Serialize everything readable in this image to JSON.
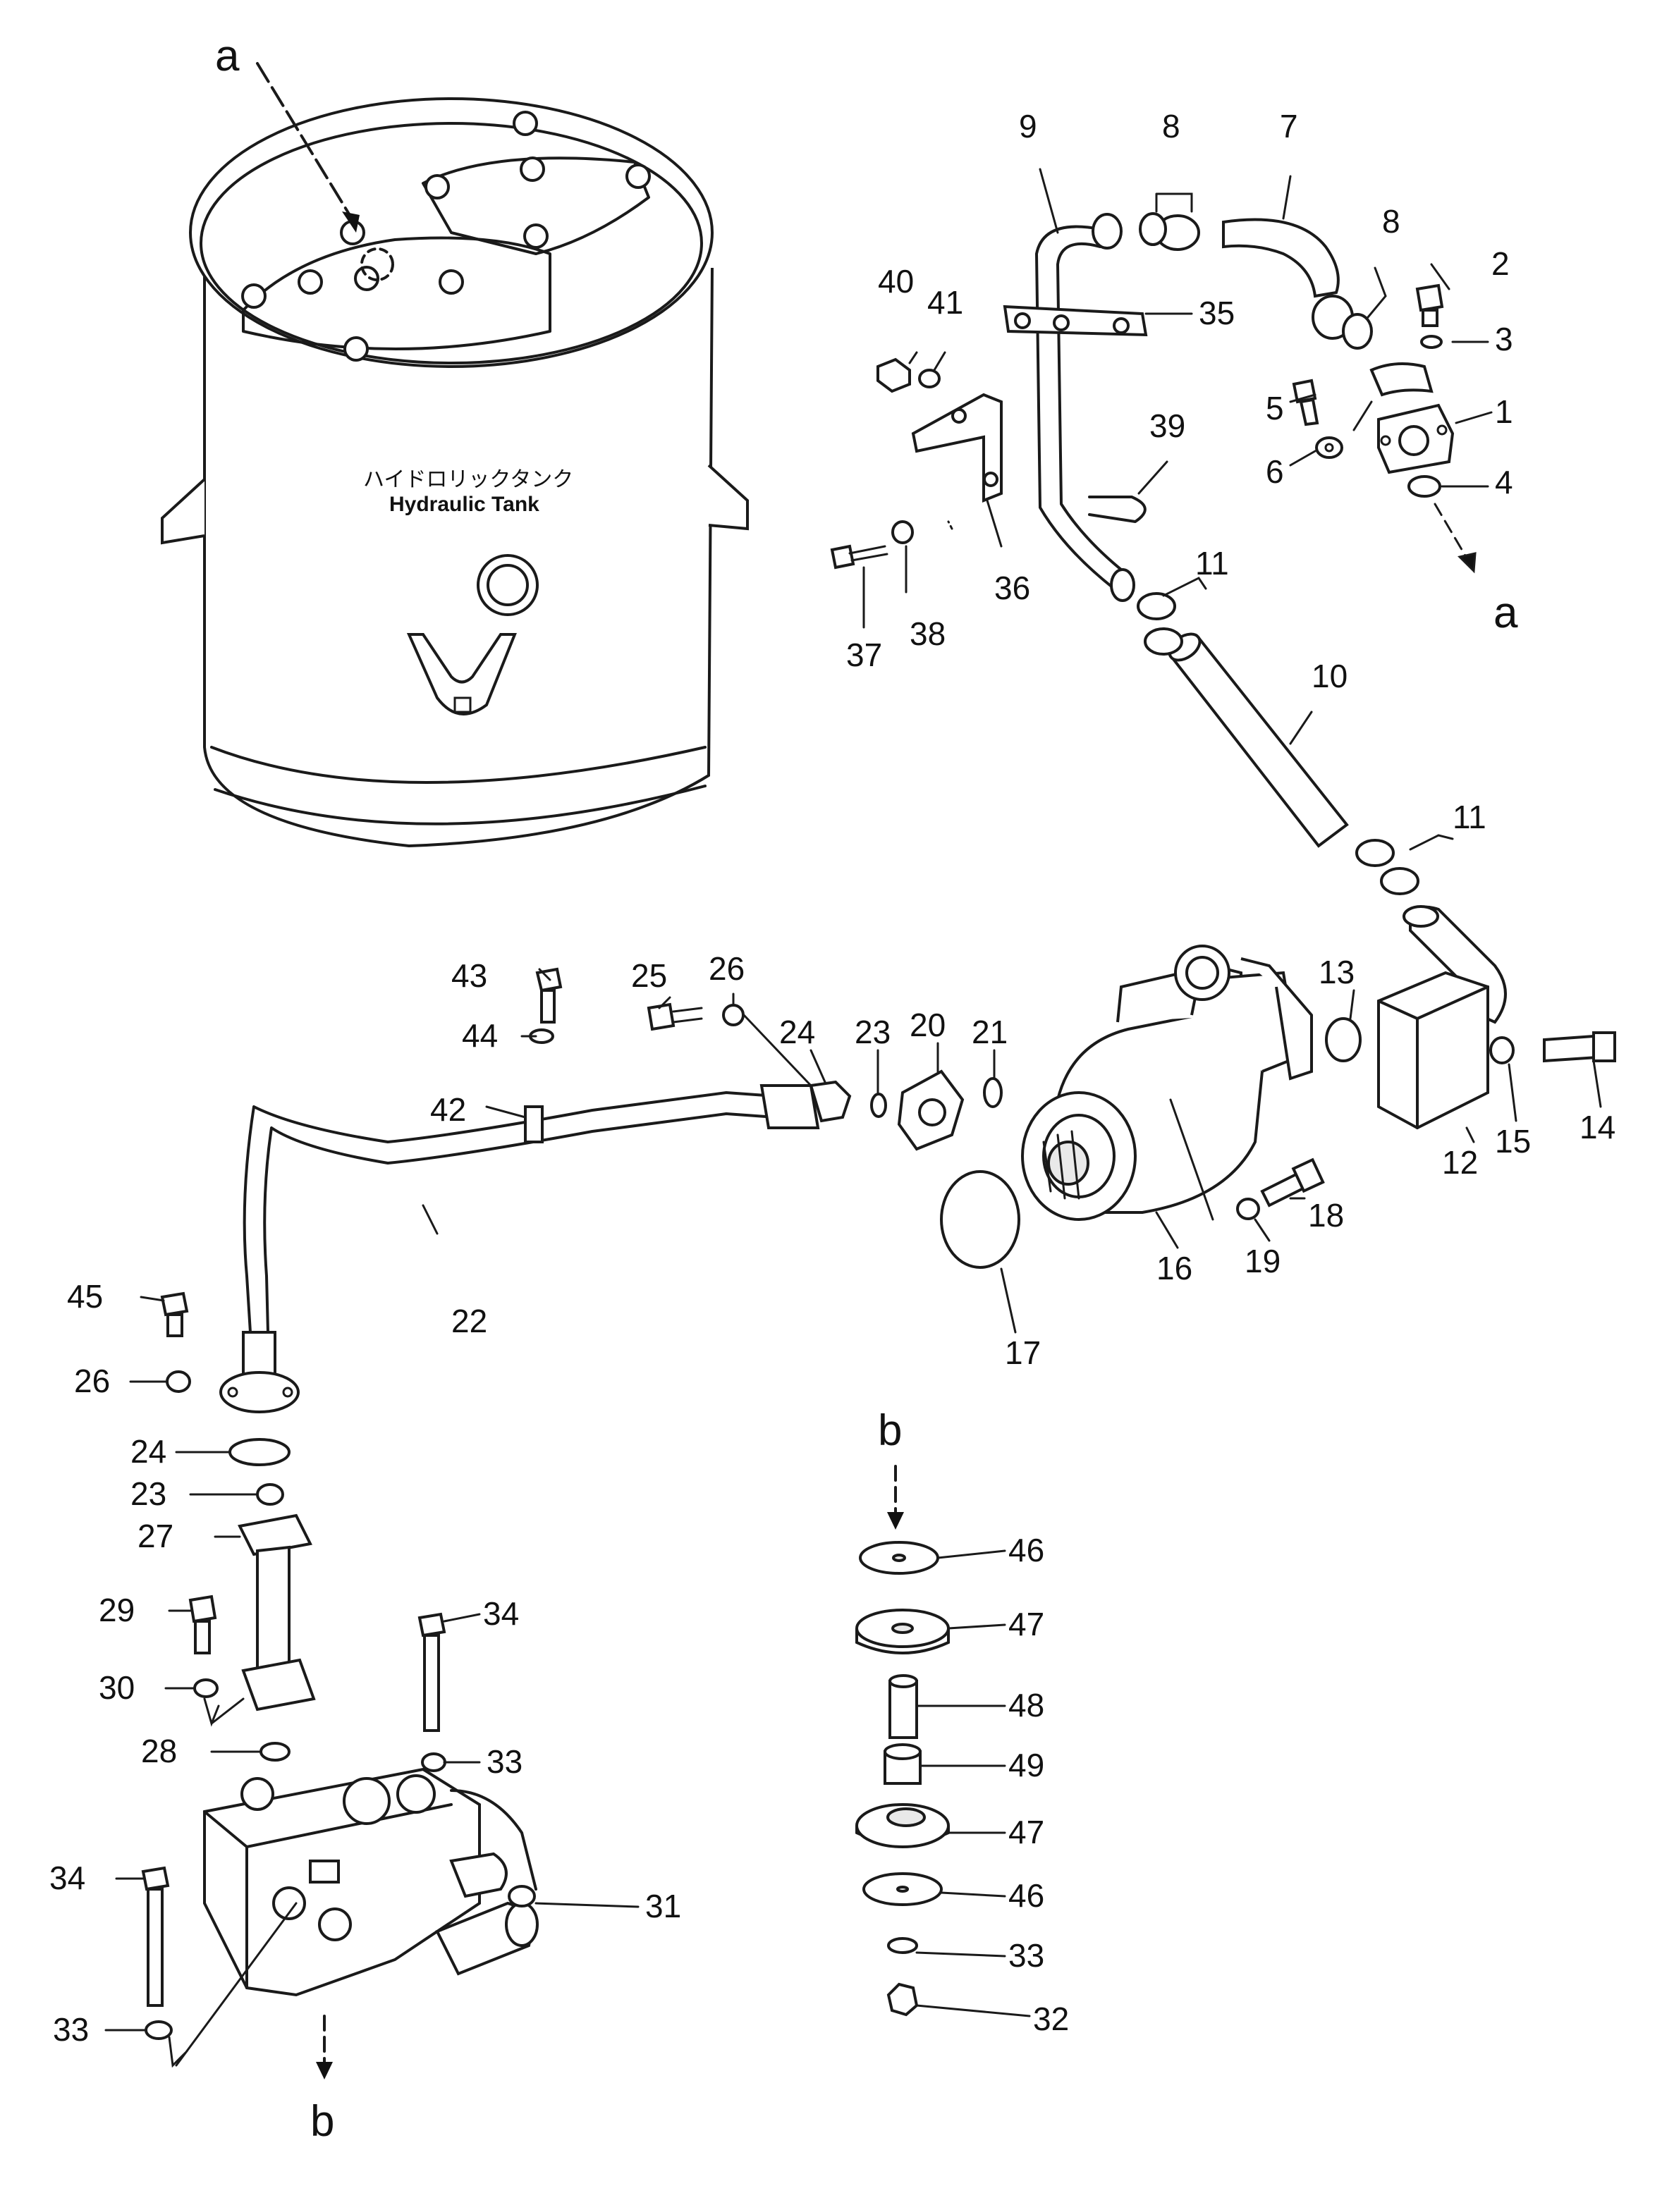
{
  "tank": {
    "label_jp": "ハイドロリックタンク",
    "label_en": "Hydraulic Tank"
  },
  "view_markers": {
    "a_top": "a",
    "a_right": "a",
    "b_mid": "b",
    "b_bottom": "b"
  },
  "callouts": {
    "n1": "1",
    "n2": "2",
    "n3": "3",
    "n4": "4",
    "n5": "5",
    "n6": "6",
    "n7": "7",
    "n8a": "8",
    "n8b": "8",
    "n9": "9",
    "n10": "10",
    "n11a": "11",
    "n11b": "11",
    "n12": "12",
    "n13": "13",
    "n14": "14",
    "n15": "15",
    "n16": "16",
    "n17": "17",
    "n18": "18",
    "n19": "19",
    "n20": "20",
    "n21": "21",
    "n22": "22",
    "n23a": "23",
    "n23b": "23",
    "n24a": "24",
    "n24b": "24",
    "n25": "25",
    "n26a": "26",
    "n26b": "26",
    "n27": "27",
    "n28": "28",
    "n29": "29",
    "n30": "30",
    "n31": "31",
    "n32": "32",
    "n33a": "33",
    "n33b": "33",
    "n33c": "33",
    "n34a": "34",
    "n34b": "34",
    "n35": "35",
    "n36": "36",
    "n37": "37",
    "n38": "38",
    "n39": "39",
    "n40": "40",
    "n41": "41",
    "n42": "42",
    "n43": "43",
    "n44": "44",
    "n45": "45",
    "n46a": "46",
    "n46b": "46",
    "n47a": "47",
    "n47b": "47",
    "n48": "48",
    "n49": "49"
  }
}
